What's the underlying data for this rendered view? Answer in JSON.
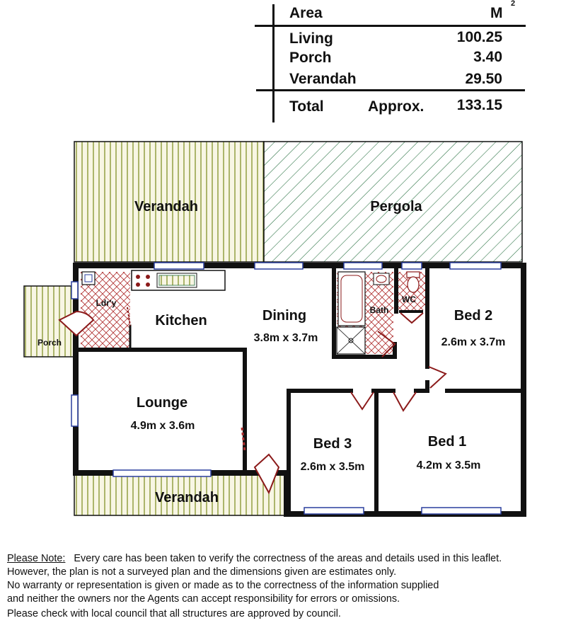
{
  "area_table": {
    "header_label": "Area",
    "unit": "M",
    "unit_sup": "2",
    "rows": [
      {
        "label": "Living",
        "value": "100.25"
      },
      {
        "label": "Porch",
        "value": "3.40"
      },
      {
        "label": "Verandah",
        "value": "29.50"
      }
    ],
    "total_label": "Total",
    "total_qualifier": "Approx.",
    "total_value": "133.15"
  },
  "rooms": {
    "verandah_top": "Verandah",
    "pergola": "Pergola",
    "ldry": "Ldr'y",
    "kitchen": "Kitchen",
    "dining": "Dining",
    "dining_size": "3.8m x 3.7m",
    "bath": "Bath",
    "wc": "WC",
    "bed2": "Bed 2",
    "bed2_size": "2.6m x 3.7m",
    "porch": "Porch",
    "lounge": "Lounge",
    "lounge_size": "4.9m x 3.6m",
    "bed3": "Bed 3",
    "bed3_size": "2.6m x 3.5m",
    "bed1": "Bed 1",
    "bed1_size": "4.2m x 3.5m",
    "verandah_bottom": "Verandah"
  },
  "note": {
    "lead": "Please Note:",
    "line1": "Every care has been taken to verify the correctness of the areas and details used in this leaflet.",
    "line2": "However, the plan is not a surveyed plan and the dimensions given are estimates only.",
    "line3": "No warranty or representation is given or made as to the correctness of the information supplied",
    "line4": "and neither the owners nor the Agents can accept responsibility for errors or omissions.",
    "line5": "Please check with local council that all structures are approved by council."
  },
  "colors": {
    "wall": "#111111",
    "verandah_hatch": "#7a8a1a",
    "pergola_hatch": "#1f6b3a",
    "door": "#8b1a1a",
    "window": "#2a3f9e",
    "tile": "#b03030"
  }
}
